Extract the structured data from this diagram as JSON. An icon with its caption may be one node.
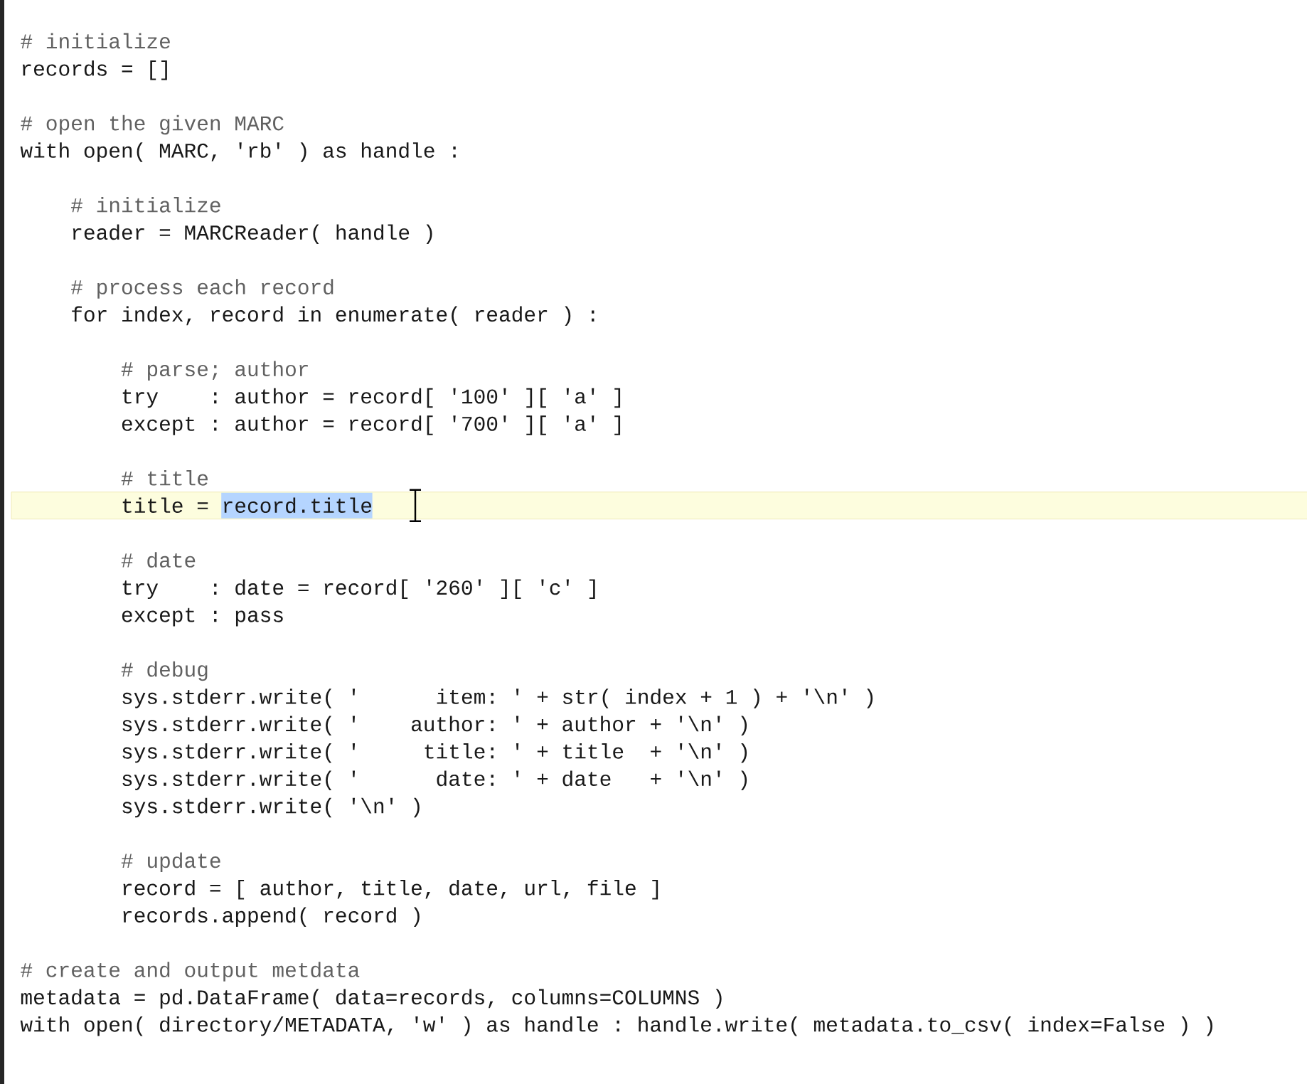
{
  "diagram": {
    "labels": [
      "# initialize",
      "records = []",
      "# open the given MARC",
      "with open( MARC, 'rb' ) as handle :",
      "# initialize",
      "reader = MARCReader( handle )",
      "# process each record",
      "for index, record in enumerate( reader ) :",
      "# parse; author",
      "try    : author = record[ '100' ][ 'a' ]",
      "except : author = record[ '700' ][ 'a' ]",
      "# title",
      "title = record.title",
      "# date",
      "try    : date = record[ '260' ][ 'c' ]",
      "except : pass",
      "# debug",
      "sys.stderr.write( '      item: ' + str( index + 1 ) + '\\n' )",
      "sys.stderr.write( '    author: ' + author + '\\n' )",
      "sys.stderr.write( '     title: ' + title  + '\\n' )",
      "sys.stderr.write( '      date: ' + date   + '\\n' )",
      "sys.stderr.write( '\\n' )",
      "# update",
      "record = [ author, title, date, url, file ]",
      "records.append( record )",
      "# create and output metdata",
      "metadata = pd.DataFrame( data=records, columns=COLUMNS )",
      "with open( directory/METADATA, 'w' ) as handle : handle.write( metadata.to_csv( index=False ) )"
    ]
  }
}
